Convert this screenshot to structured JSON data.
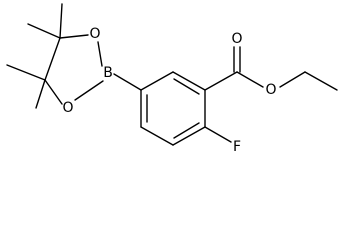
{
  "atom_labels": {
    "ester_carbonyl_o": "O",
    "ester_ether_o": "O",
    "fluorine": "F",
    "boron": "B",
    "dioxaborolane_o_top": "O",
    "dioxaborolane_o_bottom": "O"
  }
}
